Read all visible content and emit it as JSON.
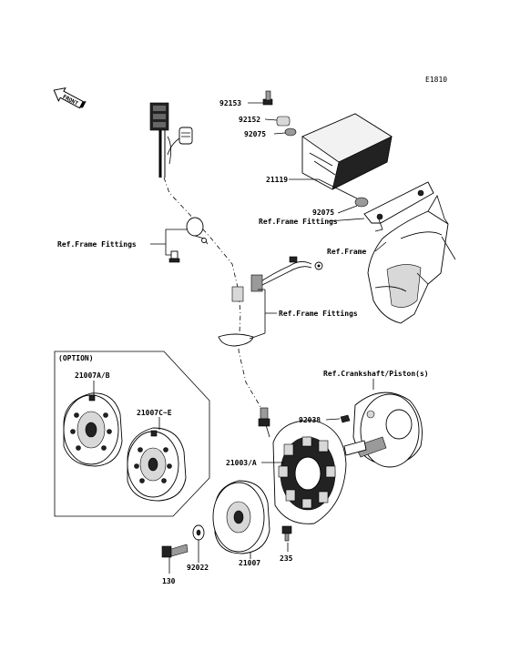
{
  "diagram_code": "E1810",
  "front_label": "FRONT",
  "option_label": "(OPTION)",
  "labels": {
    "p92153": "92153",
    "p92152": "92152",
    "p92075_top": "92075",
    "p21119": "21119",
    "p92075_bottom": "92075",
    "ref_frame_fittings_right": "Ref.Frame Fittings",
    "ref_frame": "Ref.Frame",
    "ref_frame_fittings_left": "Ref.Frame Fittings",
    "ref_frame_fittings_mid": "Ref.Frame Fittings",
    "ref_crankshaft": "Ref.Crankshaft/Piston(s)",
    "p21007ab": "21007A/B",
    "p21007ce": "21007C~E",
    "p92038": "92038",
    "p21003a": "21003/A",
    "p235": "235",
    "p130": "130",
    "p92022": "92022",
    "p21007": "21007"
  }
}
